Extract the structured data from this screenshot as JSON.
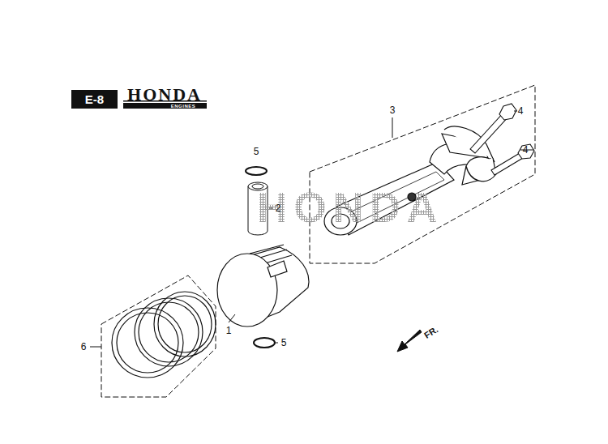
{
  "diagram": {
    "nodes": [
      {
        "text": [
          "E-8"
        ]
      }
    ],
    "labels": [
      "HONDA",
      "ENGINES",
      "3",
      "4",
      "4",
      "5",
      "HONDA",
      "2",
      "1",
      "5",
      "6",
      "FR."
    ]
  }
}
